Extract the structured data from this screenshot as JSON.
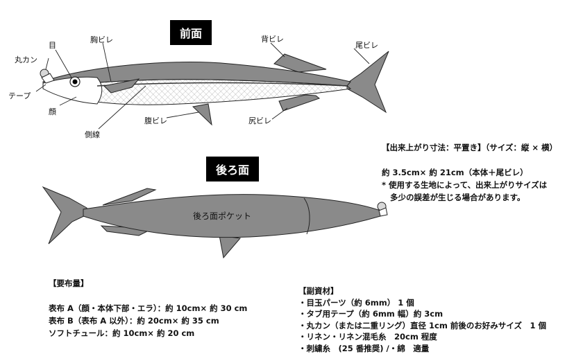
{
  "front": {
    "title": "前面",
    "labels": {
      "ring": "丸カン",
      "eye": "目",
      "pectoral": "胸ビレ",
      "dorsal": "背ビレ",
      "tail": "尾ビレ",
      "tape": "テープ",
      "face": "顔",
      "ventral": "腹ビレ",
      "anal": "尻ビレ",
      "lateral": "側線"
    }
  },
  "back": {
    "title": "後ろ面",
    "pocket": "後ろ面ポケット"
  },
  "size": {
    "heading": "【出来上がり寸法：平置き】（サイズ：縦 × 横）",
    "line1": "約 3.5cm× 約 21cm（本体＋尾ビレ）",
    "line2": "* 使用する生地によって、出来上がりサイズは",
    "line3": "多少の誤差が生じる場合があります。"
  },
  "fabric": {
    "heading": "【要布量】",
    "items": [
      "表布 A（顔・本体下部・エラ）：約 10cm× 約 30 cm",
      "表布 B（表布 A 以外）：約 20cm× 約 35 cm",
      "ソフトチュール：約 10cm× 約 20 cm"
    ]
  },
  "materials": {
    "heading": "【副資材】",
    "items": [
      "・目玉パーツ（約 6mm） 1 個",
      "・タブ用テープ（約 6mm 幅）約 3cm",
      "・丸カン（または二重リング）直径 1cm 前後のお好みサイズ　1 個",
      "・リネン・リネン混毛糸　20cm 程度",
      "・刺繍糸　(25 番推奨) /・綿　適量"
    ]
  }
}
